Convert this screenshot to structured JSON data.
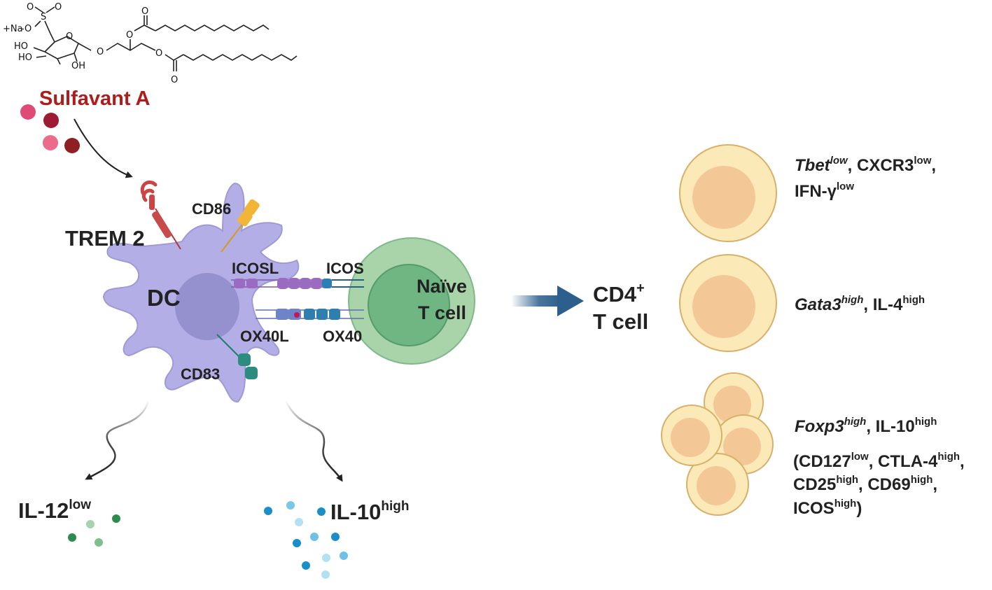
{
  "compound": {
    "name": "Sulfavant A",
    "atoms": {
      "na": "+Na",
      "o_minus": "-O",
      "sulfur": "S",
      "oxygen": "O",
      "ho": "HO",
      "oh": "OH"
    }
  },
  "dc": {
    "name": "DC",
    "receptor": "TREM 2",
    "markers": {
      "cd86": "CD86",
      "cd83": "CD83",
      "icosl": "ICOSL",
      "ox40l": "OX40L"
    }
  },
  "tcell": {
    "name_line1": "Naïve",
    "name_line2": "T cell",
    "markers": {
      "icos": "ICOS",
      "ox40": "OX40"
    }
  },
  "cytokines": {
    "il12": {
      "base": "IL-12",
      "sup": "low"
    },
    "il10": {
      "base": "IL-10",
      "sup": "high"
    }
  },
  "result": {
    "line1": "CD4",
    "line1_sup": "+",
    "line2": "T cell"
  },
  "subsets": {
    "th1": {
      "gene": "Tbet",
      "gene_sup": "low",
      "m1": ", CXCR3",
      "m1_sup": "low",
      "m1_end": ",",
      "m2": "IFN-γ",
      "m2_sup": "low"
    },
    "th2": {
      "gene": "Gata3",
      "gene_sup": "high",
      "m1": ", IL-4",
      "m1_sup": "high"
    },
    "treg": {
      "gene": "Foxp3",
      "gene_sup": "high",
      "m1": ", IL-10",
      "m1_sup": "high",
      "l2a": "(CD127",
      "l2a_sup": "low",
      "l2b": ", CTLA-4",
      "l2b_sup": "high",
      "l2c": ",",
      "l3a": "CD25",
      "l3a_sup": "high",
      "l3b": ", CD69",
      "l3b_sup": "high",
      "l3c": ",",
      "l4a": "ICOS",
      "l4a_sup": "high",
      "l4b": ")"
    }
  },
  "colors": {
    "sulfavant_red": "#b01c1c",
    "dc_purple": "#b3aee6",
    "dc_nucleus": "#9591cf",
    "tcell_outer": "#a9d3a9",
    "tcell_inner": "#6fb683",
    "cell_yellow": "#fbeab8",
    "cell_nucleus": "#f4c796",
    "arrow_blue": "#2c5f8c",
    "il12_green": "#2e8b4f",
    "il10_blue": "#1a8ec9"
  }
}
